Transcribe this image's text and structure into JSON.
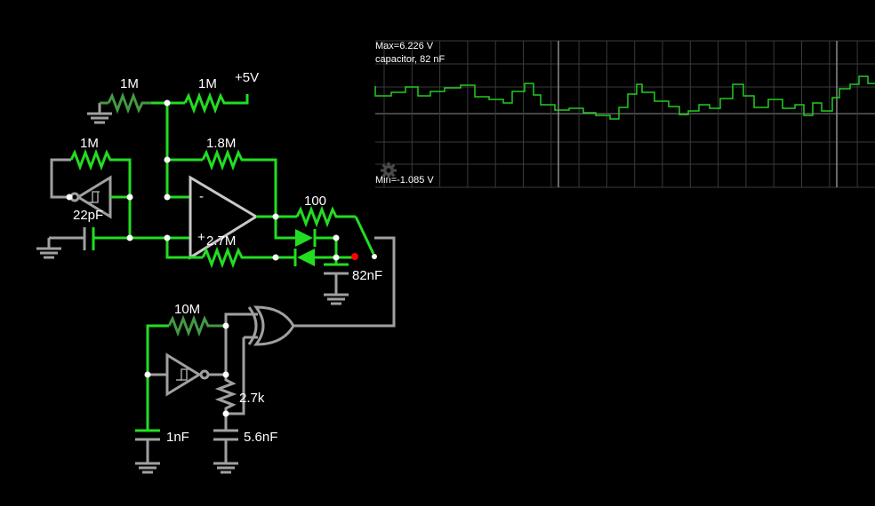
{
  "circuit": {
    "labels": {
      "r_top_left": "1M",
      "r_top_right": "1M",
      "supply": "+5V",
      "r_osc_feedback": "1M",
      "c_osc": "22pF",
      "r_opamp_feedback": "1.8M",
      "r_plus": "2.7M",
      "r_series": "100",
      "c_main": "82nF",
      "r_10m": "10M",
      "c_1nf": "1nF",
      "r_2k7": "2.7k",
      "c_5n6": "5.6nF",
      "opamp_minus": "-",
      "opamp_plus": "+"
    },
    "colors": {
      "active": "#22dd22",
      "dim": "#449944",
      "inactive": "#a0a0a0",
      "probe": "#ff0000"
    }
  },
  "scope": {
    "max_label": "Max=6.226 V",
    "name_label": "capacitor, 82 nF",
    "min_label": "Min=-1.085 V",
    "settings_icon": "gear-icon"
  }
}
